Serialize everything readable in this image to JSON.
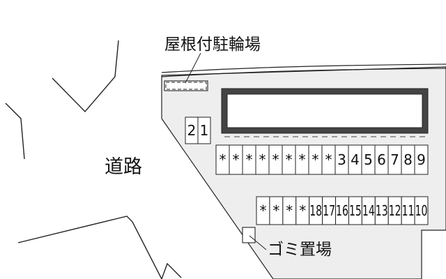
{
  "labels": {
    "road": "道路",
    "bicycle_parking": "屋根付駐輪場",
    "garbage_area": "ゴミ置場"
  },
  "parking": {
    "left_pair": [
      "2",
      "1"
    ],
    "upper_row": [
      "*",
      "*",
      "*",
      "*",
      "*",
      "*",
      "*",
      "*",
      "*",
      "3",
      "4",
      "5",
      "6",
      "7",
      "8",
      "9"
    ],
    "lower_row": [
      "*",
      "*",
      "*",
      "*",
      "18",
      "17",
      "16",
      "15",
      "14",
      "13",
      "12",
      "11",
      "10"
    ]
  },
  "colors": {
    "lot_fill": "#eeeeee",
    "outline": "#222222",
    "building_border": "#444444",
    "space_fill": "#ffffff"
  }
}
